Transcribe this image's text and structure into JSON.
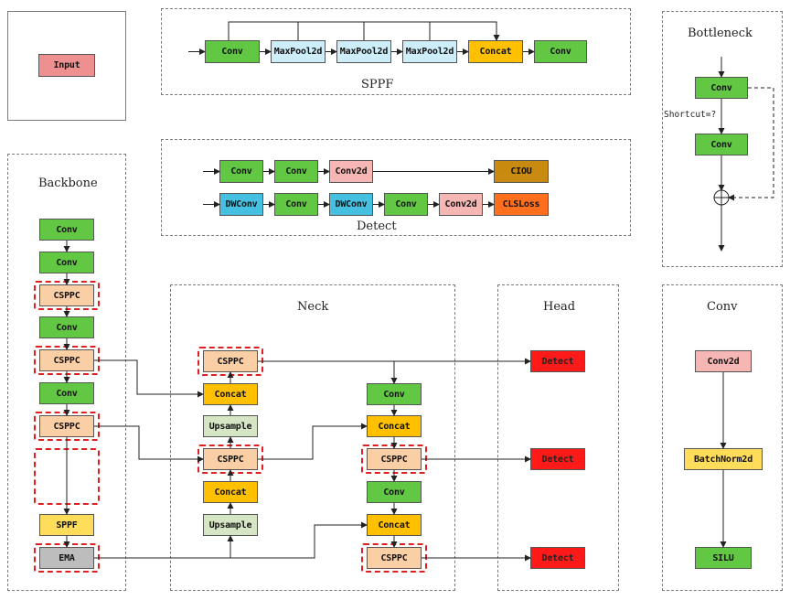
{
  "panels": {
    "input_label": "Input",
    "sppf": {
      "title": "SPPF",
      "nodes": [
        "Conv",
        "MaxPool2d",
        "MaxPool2d",
        "MaxPool2d",
        "Concat",
        "Conv"
      ]
    },
    "detect": {
      "title": "Detect",
      "row1": [
        "Conv",
        "Conv",
        "Conv2d",
        "CIOU"
      ],
      "row2": [
        "DWConv",
        "Conv",
        "DWConv",
        "Conv",
        "Conv2d",
        "CLSLoss"
      ]
    },
    "bottleneck": {
      "title": "Bottleneck",
      "nodes": [
        "Conv",
        "Conv"
      ],
      "shortcut_label": "Shortcut=?"
    },
    "backbone": {
      "title": "Backbone",
      "nodes": [
        "Conv",
        "Conv",
        "CSPPC",
        "Conv",
        "CSPPC",
        "Conv",
        "CSPPC",
        "SPPF",
        "EMA"
      ]
    },
    "neck": {
      "title": "Neck",
      "left": [
        "CSPPC",
        "Concat",
        "Upsample",
        "CSPPC",
        "Concat",
        "Upsample"
      ],
      "right": [
        "Conv",
        "Concat",
        "CSPPC",
        "Conv",
        "Concat",
        "CSPPC"
      ]
    },
    "head": {
      "title": "Head",
      "nodes": [
        "Detect",
        "Detect",
        "Detect"
      ]
    },
    "conv": {
      "title": "Conv",
      "nodes": [
        "Conv2d",
        "BatchNorm2d",
        "SILU"
      ]
    }
  }
}
